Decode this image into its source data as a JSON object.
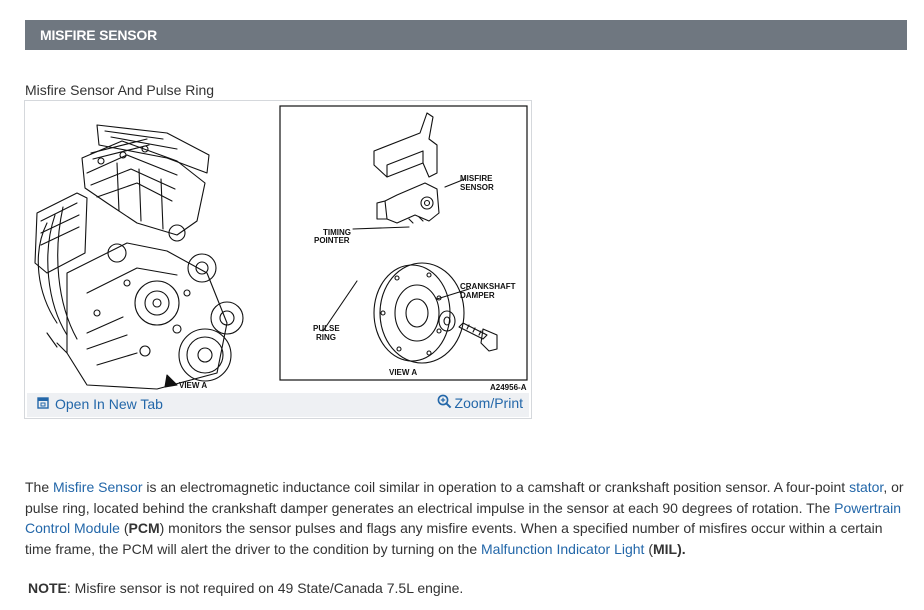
{
  "header": {
    "title": "MISFIRE SENSOR"
  },
  "figure": {
    "caption": "Misfire Sensor And Pulse Ring",
    "labels": {
      "timing_1": "TIMING",
      "timing_2": "POINTER",
      "misfire_1": "MISFIRE",
      "misfire_2": "SENSOR",
      "crank_1": "CRANKSHAFT",
      "crank_2": "DAMPER",
      "pulse_1": "PULSE",
      "pulse_2": "RING",
      "view_a_inset": "VIEW A",
      "view_a_engine": "VIEW A",
      "code": "A24956-A"
    },
    "open_tab_label": "Open In New Tab",
    "zoom_label": "Zoom/Print"
  },
  "body": {
    "t1": "The ",
    "link_misfire": "Misfire Sensor",
    "t2": " is an electromagnetic inductance coil similar in operation to a camshaft or crankshaft position sensor. A four-point ",
    "link_stator": "stator",
    "t3": ", or pulse ring, located behind the crankshaft damper generates an electrical impulse in the sensor at each 90 degrees of rotation. The ",
    "link_pcm": "Powertrain Control Module",
    "t4": " (",
    "pcm_abbr": "PCM",
    "t5": ") monitors the sensor pulses and flags any misfire events. When a specified number of misfires occur within a certain time frame, the PCM will alert the driver to the condition by turning on the ",
    "link_mil": "Malfunction Indicator Light",
    "t6": " (",
    "mil_abbr": "MIL",
    "t7": ")."
  },
  "note": {
    "label": "NOTE",
    "text": ": Misfire sensor is not required on 49 State/Canada 7.5L engine."
  },
  "colors": {
    "header_bg": "#6f7780",
    "link": "#2367a9",
    "bar_bg": "#eef0f3"
  }
}
